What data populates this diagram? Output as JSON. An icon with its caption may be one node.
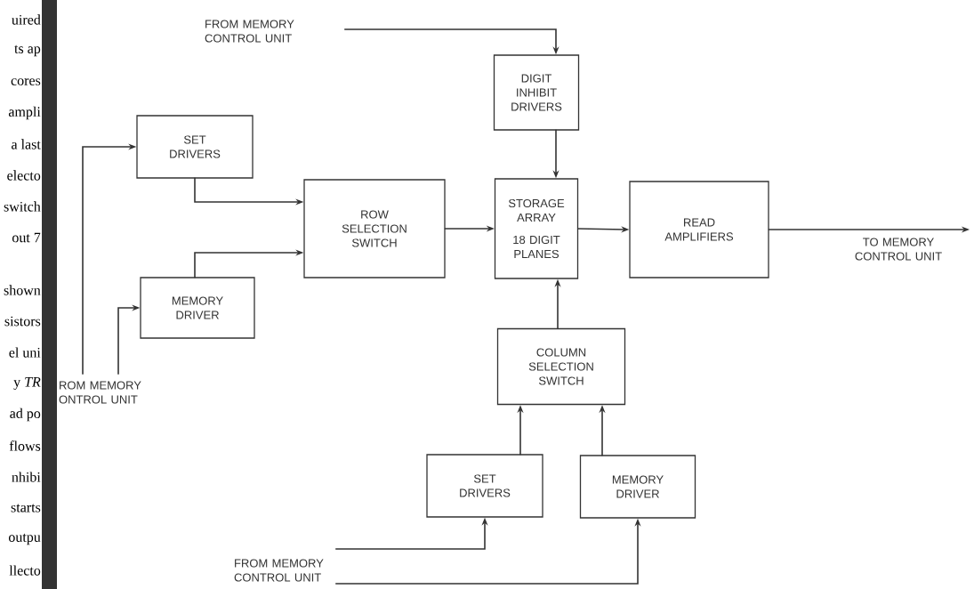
{
  "diagram": {
    "nodes": [
      {
        "text": [
          "FROM MEMORY CONTROL UNIT"
        ]
      },
      {
        "text": [
          "DIGIT INHIBIT DRIVERS"
        ]
      },
      {
        "text": [
          "SET DRIVERS"
        ]
      },
      {
        "text": [
          "ROW SELECTION SWITCH"
        ]
      },
      {
        "text": [
          "STORAGE ARRAY",
          "18 DIGIT PLANES"
        ]
      },
      {
        "text": [
          "READ AMPLIFIERS"
        ]
      },
      {
        "text": [
          "MEMORY DRIVER"
        ]
      },
      {
        "text": [
          "ROM MEMORY ONTROL UNIT"
        ]
      },
      {
        "text": [
          "COLUMN SELECTION SWITCH"
        ]
      },
      {
        "text": [
          "SET DRIVERS"
        ]
      },
      {
        "text": [
          "MEMORY DRIVER"
        ]
      },
      {
        "text": [
          "FROM MEMORY CONTROL UNIT"
        ]
      }
    ],
    "edges": [
      {
        "from": 0,
        "to": 1,
        "arrow": "to"
      },
      {
        "from": 1,
        "to": 4,
        "arrow": "to"
      },
      {
        "from": 2,
        "to": 3,
        "arrow": "to"
      },
      {
        "from": 6,
        "to": 3,
        "arrow": "to"
      },
      {
        "from": 3,
        "to": 4,
        "arrow": "to"
      },
      {
        "from": 4,
        "to": 5,
        "arrow": "to"
      },
      {
        "from": 5,
        "to": null,
        "arrow": "to",
        "label": "TO MEMORY CONTROL UNIT"
      },
      {
        "from": 7,
        "to": 2,
        "arrow": "to"
      },
      {
        "from": 7,
        "to": 6,
        "arrow": "to"
      },
      {
        "from": 8,
        "to": 4,
        "arrow": "to"
      },
      {
        "from": 9,
        "to": 8,
        "arrow": "to"
      },
      {
        "from": 10,
        "to": 8,
        "arrow": "to"
      },
      {
        "from": 11,
        "to": 9,
        "arrow": "to"
      },
      {
        "from": 11,
        "to": 10,
        "arrow": "to"
      }
    ],
    "labels": [
      "uired",
      "ts ap",
      "cores",
      "ampli",
      "a last",
      "electo",
      "switch",
      "out 7",
      "shown",
      "sistors",
      "el uni",
      "y *TR*",
      "ad po",
      "flows",
      "nhibi",
      "starts",
      "outpu",
      "llecto"
    ]
  }
}
